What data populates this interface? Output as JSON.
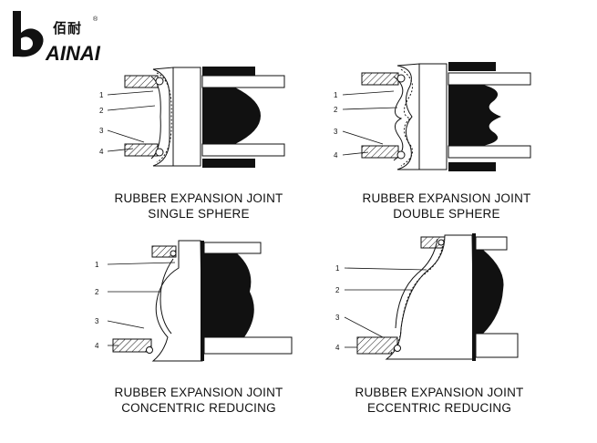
{
  "logo": {
    "chinese": "佰耐",
    "registered": "®",
    "english": "AINAI"
  },
  "figures": [
    {
      "caption_line1": "RUBBER EXPANSION JOINT",
      "caption_line2": "SINGLE SPHERE",
      "callouts": [
        "1",
        "2",
        "3",
        "4"
      ]
    },
    {
      "caption_line1": "RUBBER EXPANSION JOINT",
      "caption_line2": "DOUBLE SPHERE",
      "callouts": [
        "1",
        "2",
        "3",
        "4"
      ]
    },
    {
      "caption_line1": "RUBBER EXPANSION JOINT",
      "caption_line2": "CONCENTRIC REDUCING",
      "callouts": [
        "1",
        "2",
        "3",
        "4"
      ]
    },
    {
      "caption_line1": "RUBBER EXPANSION JOINT",
      "caption_line2": "ECCENTRIC REDUCING",
      "callouts": [
        "1",
        "2",
        "3",
        "4"
      ]
    }
  ]
}
